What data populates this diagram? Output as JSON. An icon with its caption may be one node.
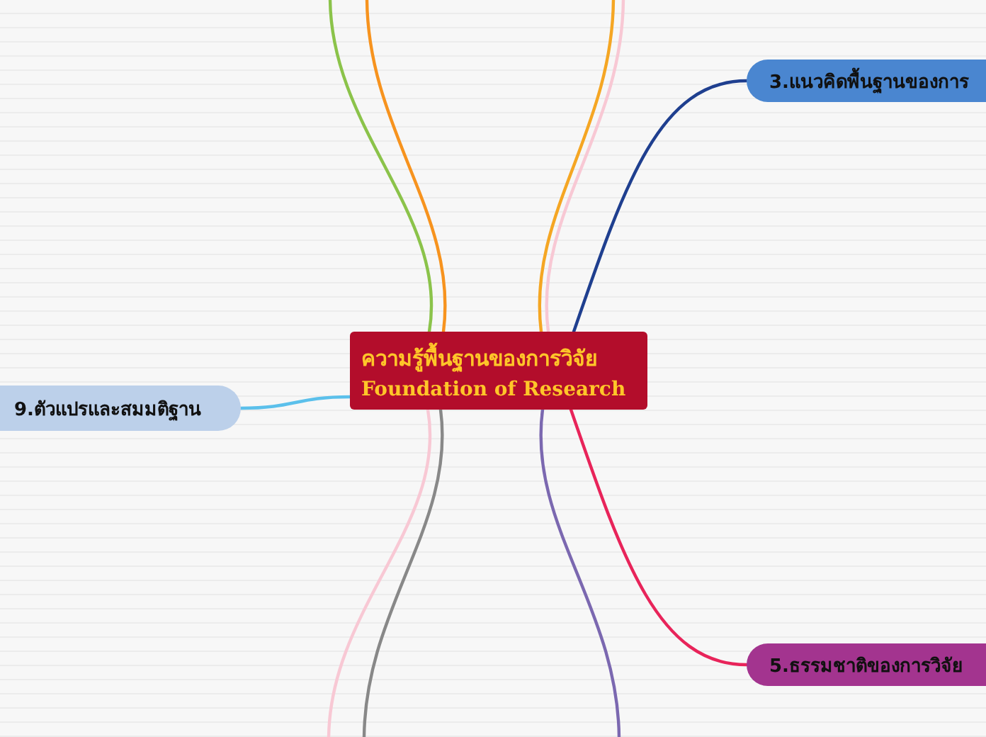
{
  "diagram": {
    "nodes": [
      {
        "text": [
          "ความรู้พื้นฐานของการวิจัย",
          "Foundation of Research"
        ]
      },
      {
        "text": [
          "3.แนวคิดพื้นฐานของการ"
        ]
      },
      {
        "text": [
          "5.ธรรมชาติของการวิจัย"
        ]
      },
      {
        "text": [
          "9.ตัวแปรและสมมติฐาน"
        ]
      }
    ],
    "edges": [
      {
        "from": 0,
        "to": 1,
        "arrow": "none",
        "color": "#1f3f8f"
      },
      {
        "from": 0,
        "to": 2,
        "arrow": "none",
        "color": "#e8245a"
      },
      {
        "from": 0,
        "to": 3,
        "arrow": "none",
        "color": "#5bc0eb"
      },
      {
        "from": 0,
        "to": null,
        "arrow": "none",
        "color": "#8bc34a"
      },
      {
        "from": 0,
        "to": null,
        "arrow": "none",
        "color": "#f7931e"
      },
      {
        "from": 0,
        "to": null,
        "arrow": "none",
        "color": "#f5a623"
      },
      {
        "from": 0,
        "to": null,
        "arrow": "none",
        "color": "#f8c8d4"
      },
      {
        "from": 0,
        "to": null,
        "arrow": "none",
        "color": "#f8c8d4"
      },
      {
        "from": 0,
        "to": null,
        "arrow": "none",
        "color": "#888888"
      },
      {
        "from": 0,
        "to": null,
        "arrow": "none",
        "color": "#7b68b0"
      }
    ]
  }
}
